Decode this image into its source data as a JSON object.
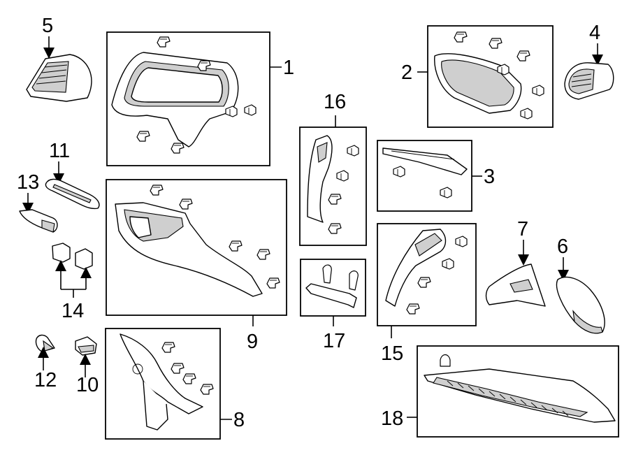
{
  "labels": {
    "p1": "1",
    "p2": "2",
    "p3": "3",
    "p4": "4",
    "p5": "5",
    "p6": "6",
    "p7": "7",
    "p8": "8",
    "p9": "9",
    "p10": "10",
    "p11": "11",
    "p12": "12",
    "p13": "13",
    "p14": "14",
    "p15": "15",
    "p16": "16",
    "p17": "17",
    "p18": "18"
  }
}
